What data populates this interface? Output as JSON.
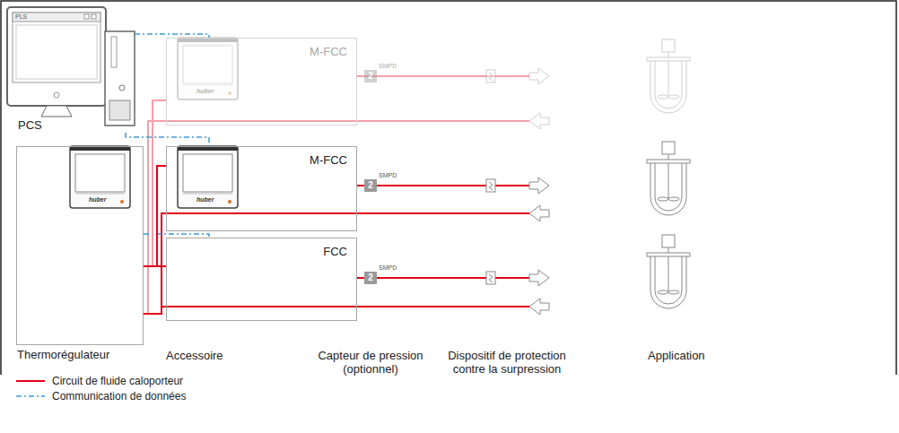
{
  "diagram": {
    "nodes": [
      {
        "text": [
          "PCS"
        ]
      },
      {
        "text": [
          "Thermorégulateur"
        ]
      },
      {
        "text": [
          "M-FCC"
        ]
      },
      {
        "text": [
          "M-FCC"
        ]
      },
      {
        "text": [
          "FCC"
        ]
      }
    ],
    "edges": [
      {
        "from": 0,
        "to": 2,
        "arrow": "none"
      },
      {
        "from": 0,
        "to": 3,
        "arrow": "none"
      },
      {
        "from": 1,
        "to": 4,
        "arrow": "none"
      },
      {
        "from": 1,
        "to": 2,
        "arrow": "none"
      },
      {
        "from": 1,
        "to": 3,
        "arrow": "none"
      },
      {
        "from": 1,
        "to": 4,
        "arrow": "none"
      }
    ],
    "labels": [
      "PLS",
      "huber",
      "huber",
      "huber",
      "2",
      "SMPD",
      "2",
      "SMPD",
      "2",
      "SMPD",
      "Accessoire",
      "Capteur de pression (optionnel)",
      "Dispositif de protection contre la surpression",
      "Application"
    ],
    "legend": [
      {
        "text": "Circuit de fluide caloporteur"
      },
      {
        "text": "Communication de données"
      }
    ]
  }
}
